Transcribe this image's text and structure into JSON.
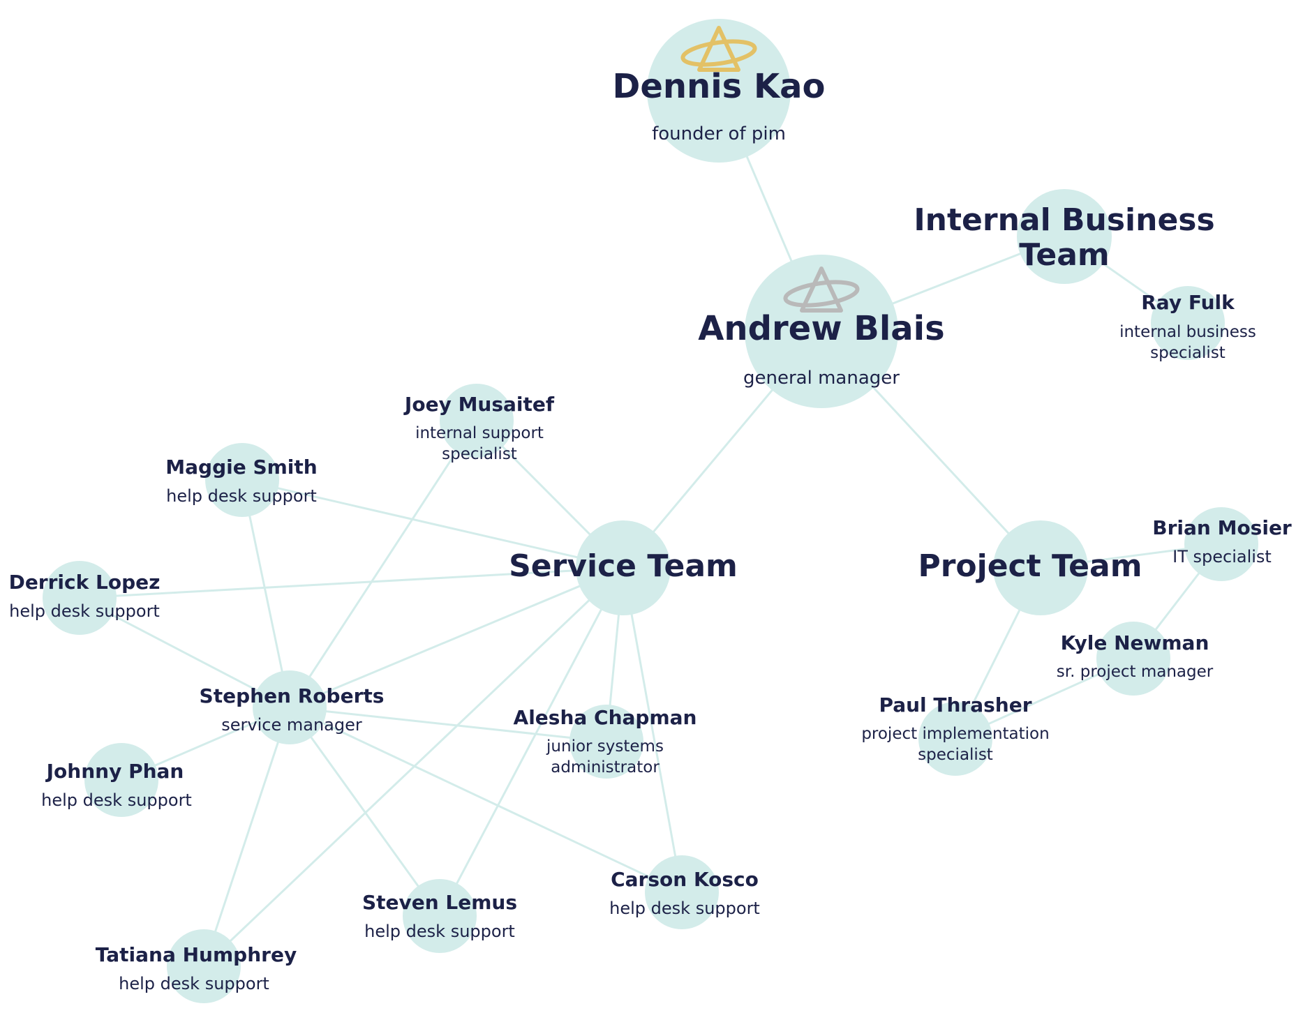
{
  "colors": {
    "node_fill": "#d3ecea",
    "edge": "#d3ecea",
    "text": "#1c2147",
    "logo_gold": "#e3c166",
    "logo_gray": "#b9b9b9"
  },
  "nodes": [
    {
      "id": "dennis",
      "name": "Dennis Kao",
      "role": "founder of pim",
      "size": "xl",
      "logo": "gold"
    },
    {
      "id": "andrew",
      "name": "Andrew Blais",
      "role": "general manager",
      "size": "xl",
      "logo": "gray"
    },
    {
      "id": "internal",
      "name": "Internal Business Team",
      "role": "",
      "size": "team"
    },
    {
      "id": "ray",
      "name": "Ray Fulk",
      "role": "internal business specialist",
      "size": "small"
    },
    {
      "id": "service",
      "name": "Service Team",
      "role": "",
      "size": "team"
    },
    {
      "id": "project",
      "name": "Project Team",
      "role": "",
      "size": "team"
    },
    {
      "id": "joey",
      "name": "Joey Musaitef",
      "role": "internal support specialist",
      "size": "small"
    },
    {
      "id": "maggie",
      "name": "Maggie Smith",
      "role": "help desk support",
      "size": "small"
    },
    {
      "id": "derrick",
      "name": "Derrick Lopez",
      "role": "help desk support",
      "size": "small"
    },
    {
      "id": "stephen",
      "name": "Stephen Roberts",
      "role": "service manager",
      "size": "small"
    },
    {
      "id": "johnny",
      "name": "Johnny Phan",
      "role": "help desk support",
      "size": "small"
    },
    {
      "id": "alesha",
      "name": "Alesha Chapman",
      "role": "junior systems administrator",
      "size": "small"
    },
    {
      "id": "carson",
      "name": "Carson Kosco",
      "role": "help desk support",
      "size": "small"
    },
    {
      "id": "steven",
      "name": "Steven Lemus",
      "role": "help desk support",
      "size": "small"
    },
    {
      "id": "tatiana",
      "name": "Tatiana Humphrey",
      "role": "help desk support",
      "size": "small"
    },
    {
      "id": "brian",
      "name": "Brian Mosier",
      "role": "IT specialist",
      "size": "small"
    },
    {
      "id": "kyle",
      "name": "Kyle Newman",
      "role": "sr. project manager",
      "size": "small"
    },
    {
      "id": "paul",
      "name": "Paul Thrasher",
      "role": "project implementation specialist",
      "size": "small"
    }
  ],
  "edges": [
    [
      "dennis",
      "andrew"
    ],
    [
      "andrew",
      "internal"
    ],
    [
      "internal",
      "ray"
    ],
    [
      "andrew",
      "service"
    ],
    [
      "andrew",
      "project"
    ],
    [
      "service",
      "joey"
    ],
    [
      "service",
      "maggie"
    ],
    [
      "service",
      "derrick"
    ],
    [
      "service",
      "stephen"
    ],
    [
      "service",
      "alesha"
    ],
    [
      "service",
      "carson"
    ],
    [
      "service",
      "steven"
    ],
    [
      "service",
      "tatiana"
    ],
    [
      "stephen",
      "maggie"
    ],
    [
      "stephen",
      "derrick"
    ],
    [
      "stephen",
      "joey"
    ],
    [
      "stephen",
      "johnny"
    ],
    [
      "stephen",
      "alesha"
    ],
    [
      "stephen",
      "carson"
    ],
    [
      "stephen",
      "steven"
    ],
    [
      "stephen",
      "tatiana"
    ],
    [
      "project",
      "brian"
    ],
    [
      "project",
      "paul"
    ],
    [
      "brian",
      "kyle"
    ],
    [
      "kyle",
      "paul"
    ]
  ]
}
